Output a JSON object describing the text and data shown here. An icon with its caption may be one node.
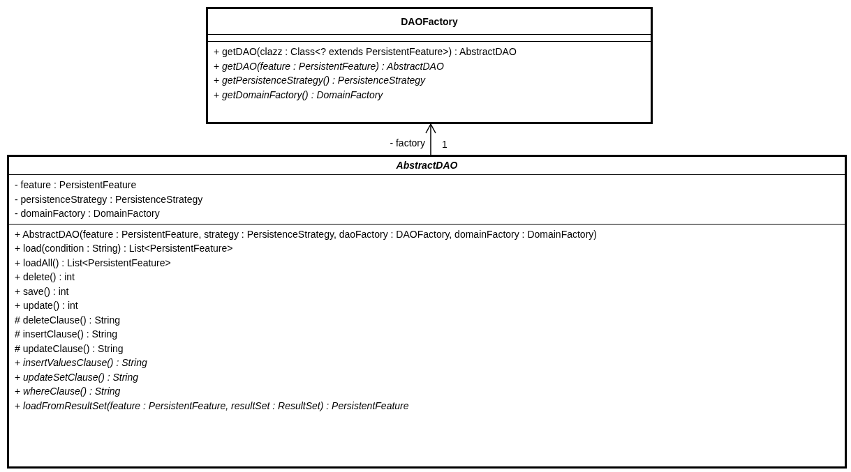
{
  "diagram": {
    "nodes": [
      {
        "text": [
          "DAOFactory",
          "+ getDAO(clazz : Class<? extends PersistentFeature>) : AbstractDAO",
          "+ *getDAO(feature : PersistentFeature) : AbstractDAO*",
          "+ *getPersistenceStrategy() : PersistenceStrategy*",
          "+ *getDomainFactory() : DomainFactory*"
        ]
      },
      {
        "text": [
          "AbstractDAO",
          "- feature : PersistentFeature",
          "- persistenceStrategy : PersistenceStrategy",
          "- domainFactory : DomainFactory",
          "+ AbstractDAO(feature : PersistentFeature, strategy : PersistenceStrategy, daoFactory : DAOFactory, domainFactory : DomainFactory)",
          "+ load(condition : String) : List<PersistentFeature>",
          "+ loadAll() : List<PersistentFeature>",
          "+ delete() : int",
          "+ save() : int",
          "+ update() : int",
          "# deleteClause() : String",
          "# insertClause() : String",
          "# updateClause() : String",
          "+ *insertValuesClause() : String*",
          "+ *updateSetClause() : String*",
          "+ *whereClause() : String*",
          "+ *loadFromResultSet(feature : PersistentFeature, resultSet : ResultSet) : PersistentFeature*"
        ]
      }
    ],
    "edges": [
      {
        "from": 1,
        "to": 0,
        "arrow": "to",
        "label": "- factory"
      }
    ],
    "labels": [
      "1"
    ]
  }
}
